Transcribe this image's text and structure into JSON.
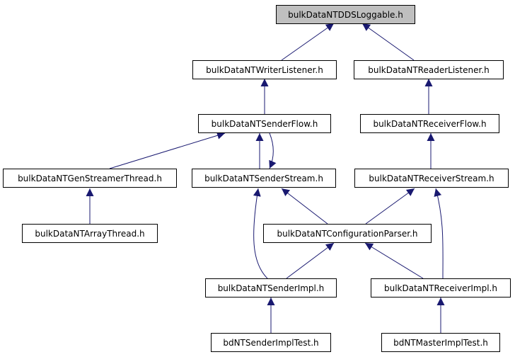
{
  "nodes": {
    "loggable": "bulkDataNTDDSLoggable.h",
    "writer_listener": "bulkDataNTWriterListener.h",
    "reader_listener": "bulkDataNTReaderListener.h",
    "sender_flow": "bulkDataNTSenderFlow.h",
    "receiver_flow": "bulkDataNTReceiverFlow.h",
    "gen_streamer": "bulkDataNTGenStreamerThread.h",
    "sender_stream": "bulkDataNTSenderStream.h",
    "receiver_stream": "bulkDataNTReceiverStream.h",
    "array_thread": "bulkDataNTArrayThread.h",
    "config_parser": "bulkDataNTConfigurationParser.h",
    "sender_impl": "bulkDataNTSenderImpl.h",
    "receiver_impl": "bulkDataNTReceiverImpl.h",
    "sender_test": "bdNTSenderImplTest.h",
    "master_test": "bdNTMasterImplTest.h"
  },
  "colors": {
    "edge": "#191970",
    "root_fill": "#bfbfbf"
  }
}
